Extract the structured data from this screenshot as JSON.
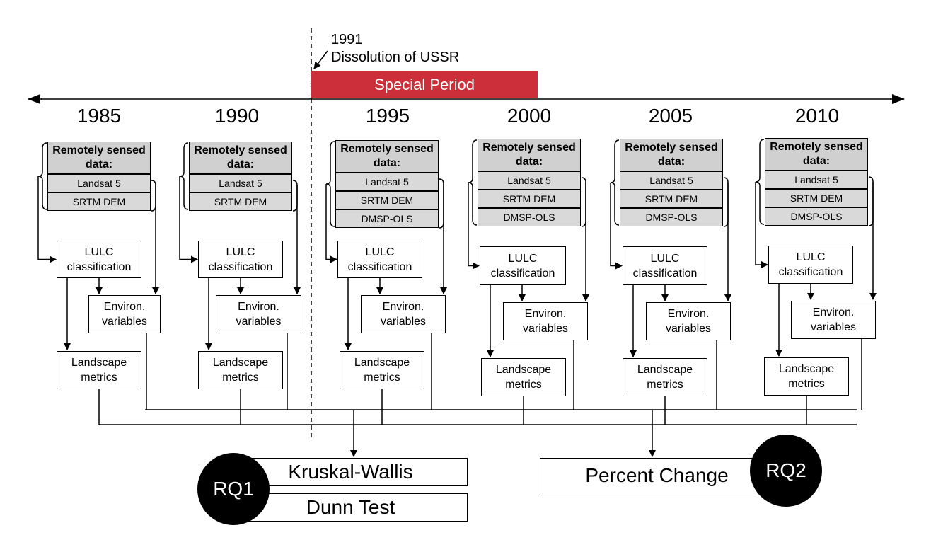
{
  "timeline": {
    "event_year": "1991",
    "event_label": "Dissolution of USSR",
    "special_period": "Special Period"
  },
  "years": [
    {
      "year": "1985",
      "rs_title": "Remotely sensed data:",
      "rs_items": [
        "Landsat 5",
        "SRTM DEM"
      ]
    },
    {
      "year": "1990",
      "rs_title": "Remotely sensed data:",
      "rs_items": [
        "Landsat 5",
        "SRTM DEM"
      ]
    },
    {
      "year": "1995",
      "rs_title": "Remotely sensed data:",
      "rs_items": [
        "Landsat 5",
        "SRTM DEM",
        "DMSP-OLS"
      ]
    },
    {
      "year": "2000",
      "rs_title": "Remotely sensed data:",
      "rs_items": [
        "Landsat 5",
        "SRTM DEM",
        "DMSP-OLS"
      ]
    },
    {
      "year": "2005",
      "rs_title": "Remotely sensed data:",
      "rs_items": [
        "Landsat 5",
        "SRTM DEM",
        "DMSP-OLS"
      ]
    },
    {
      "year": "2010",
      "rs_title": "Remotely sensed data:",
      "rs_items": [
        "Landsat 5",
        "SRTM DEM",
        "DMSP-OLS"
      ]
    }
  ],
  "process": {
    "lulc": "LULC classification",
    "environ": "Environ. variables",
    "landscape": "Landscape metrics"
  },
  "outputs": {
    "rq1_label": "RQ1",
    "kruskal": "Kruskal-Wallis",
    "dunn": "Dunn Test",
    "rq2_label": "RQ2",
    "percent": "Percent Change"
  },
  "colors": {
    "special_period": "#cc2e3a",
    "rs_title_fill": "#d0d0d0",
    "rs_item_fill": "#d9d9d9"
  }
}
